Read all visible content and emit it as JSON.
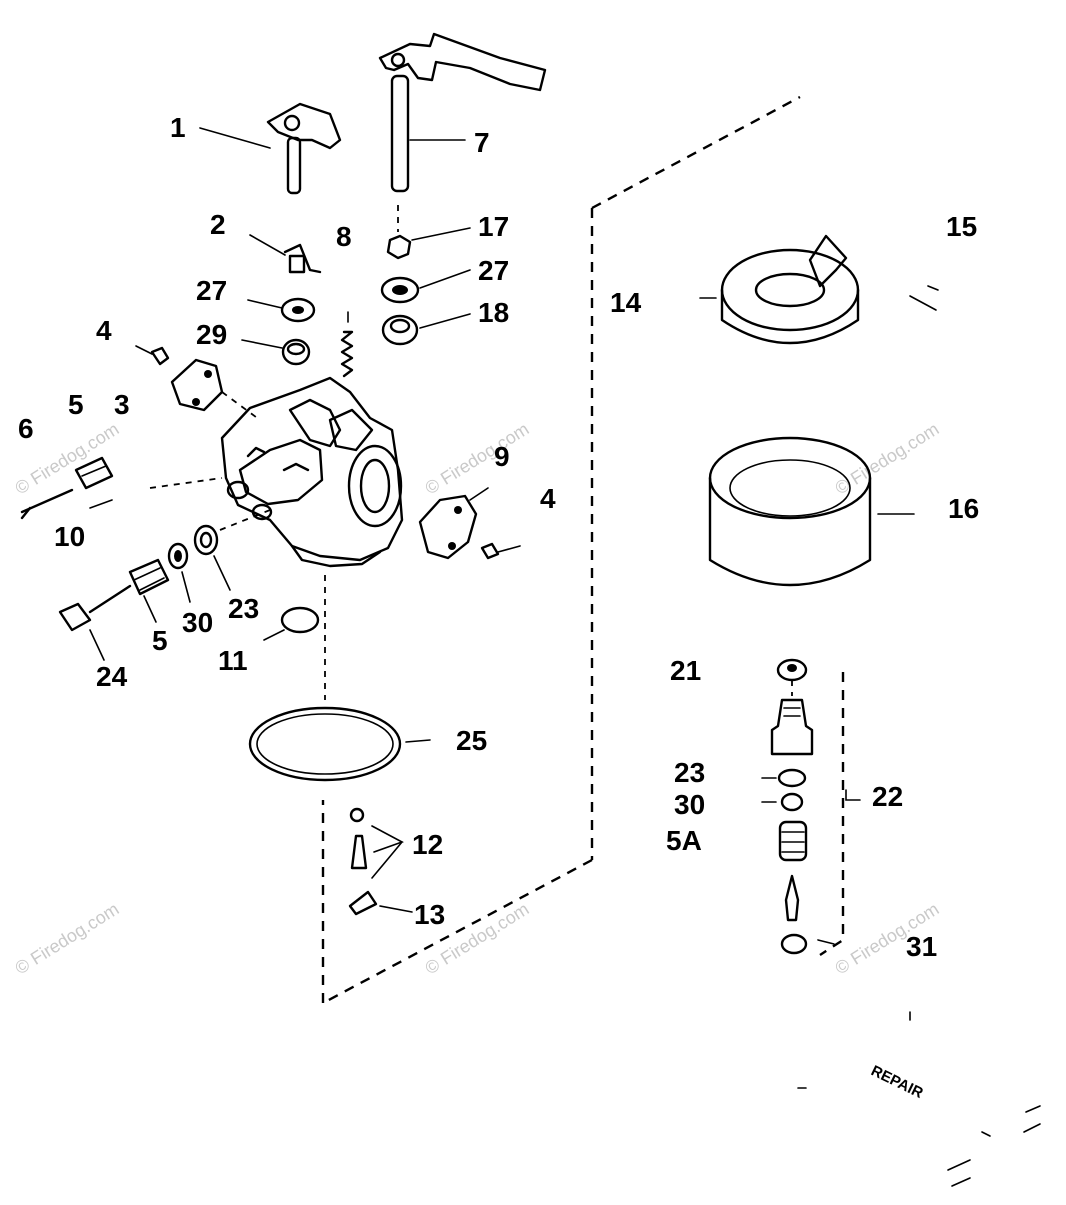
{
  "diagram": {
    "part_numbers": {
      "p1": "1",
      "p2": "2",
      "p3": "3",
      "p4a": "4",
      "p4b": "4",
      "p5a": "5",
      "p5b": "5",
      "p5A": "5A",
      "p6": "6",
      "p7": "7",
      "p8": "8",
      "p9": "9",
      "p10": "10",
      "p11": "11",
      "p12": "12",
      "p13": "13",
      "p14": "14",
      "p15": "15",
      "p16": "16",
      "p17": "17",
      "p18": "18",
      "p21": "21",
      "p22": "22",
      "p23a": "23",
      "p23b": "23",
      "p24": "24",
      "p25": "25",
      "p27a": "27",
      "p27b": "27",
      "p29": "29",
      "p30a": "30",
      "p30b": "30",
      "p31": "31"
    },
    "kit_label": "REPAIR",
    "watermark": "© Firedog.com",
    "line_color": "#000000",
    "background": "#ffffff"
  }
}
